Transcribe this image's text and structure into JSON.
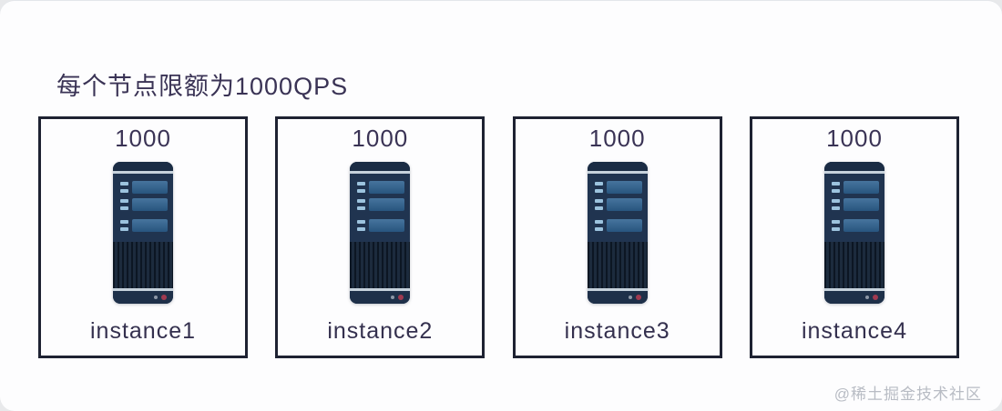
{
  "page": {
    "title": "每个节点限额为1000QPS",
    "watermark": "@稀土掘金技术社区"
  },
  "instances": [
    {
      "quota": "1000",
      "name": "instance1"
    },
    {
      "quota": "1000",
      "name": "instance2"
    },
    {
      "quota": "1000",
      "name": "instance3"
    },
    {
      "quota": "1000",
      "name": "instance4"
    }
  ],
  "colors": {
    "title_text": "#3a3355",
    "label_text": "#34304e",
    "box_border": "#1e2232",
    "card_background": "#fdfdfe",
    "server_body": "#203450",
    "server_vent": "#132235",
    "server_stripe": "#c6d2dc",
    "server_slot_blue": "#2d6190",
    "server_chip_blue": "#9cc3de",
    "led_red": "#a03a50",
    "led_gray": "#8d97a6",
    "watermark_text": "#b8bcc4"
  }
}
